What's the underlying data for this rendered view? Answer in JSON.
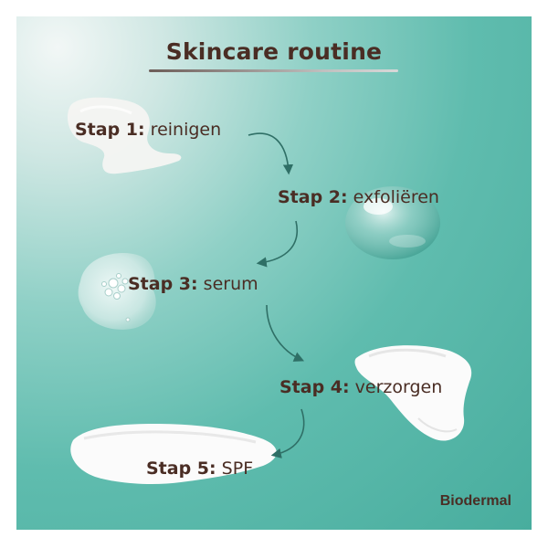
{
  "title": "Skincare routine",
  "steps": [
    {
      "label": "Stap 1:",
      "text": "reinigen"
    },
    {
      "label": "Stap 2:",
      "text": "exfoliëren"
    },
    {
      "label": "Stap 3:",
      "text": "serum"
    },
    {
      "label": "Stap 4:",
      "text": "verzorgen"
    },
    {
      "label": "Stap 5:",
      "text": "SPF"
    }
  ],
  "brand": "Biodermal",
  "colors": {
    "background_teal": "#5fbcae",
    "text_brown": "#4a2d24",
    "arrow": "#2f6f66"
  },
  "icons": [
    "cleanser-foam-icon",
    "exfoliant-droplet-icon",
    "serum-bubbles-icon",
    "moisturizer-swatch-icon",
    "sunscreen-swatch-icon",
    "curved-arrow-icon"
  ]
}
